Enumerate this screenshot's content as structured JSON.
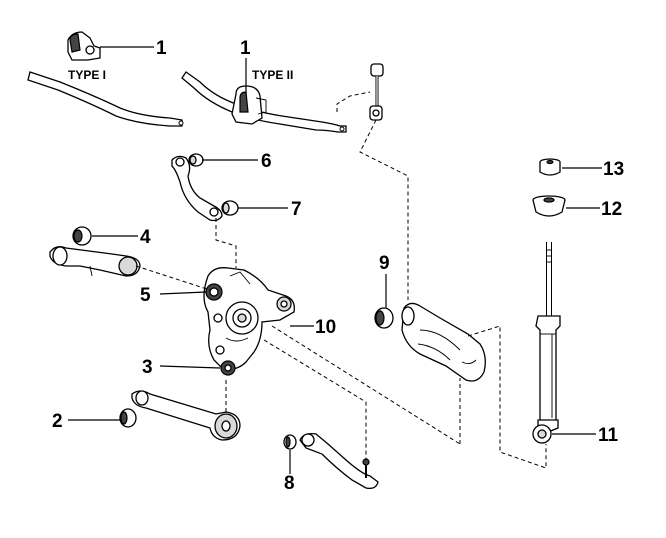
{
  "type_labels": {
    "type_1": "TYPE I",
    "type_2": "TYPE II"
  },
  "callouts": {
    "c1a": "1",
    "c1b": "1",
    "c2": "2",
    "c3": "3",
    "c4": "4",
    "c5": "5",
    "c6": "6",
    "c7": "7",
    "c8": "8",
    "c9": "9",
    "c10": "10",
    "c11": "11",
    "c12": "12",
    "c13": "13"
  }
}
